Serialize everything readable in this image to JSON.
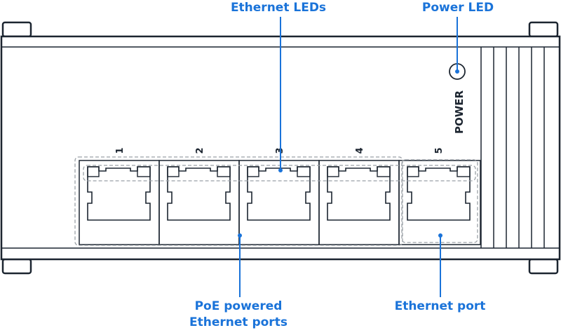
{
  "labels": {
    "ethernet_leds": "Ethernet LEDs",
    "power_led": "Power LED",
    "poe_ports_line1": "PoE powered",
    "poe_ports_line2": "Ethernet ports",
    "ethernet_port": "Ethernet port"
  },
  "device": {
    "power_label": "POWER",
    "ports": [
      {
        "number": "1",
        "poe": true
      },
      {
        "number": "2",
        "poe": true
      },
      {
        "number": "3",
        "poe": true
      },
      {
        "number": "4",
        "poe": true
      },
      {
        "number": "5",
        "poe": false
      }
    ]
  },
  "colors": {
    "accent": "#1a73d9",
    "outline": "#1c2530",
    "dashed": "#9aa0a6"
  }
}
